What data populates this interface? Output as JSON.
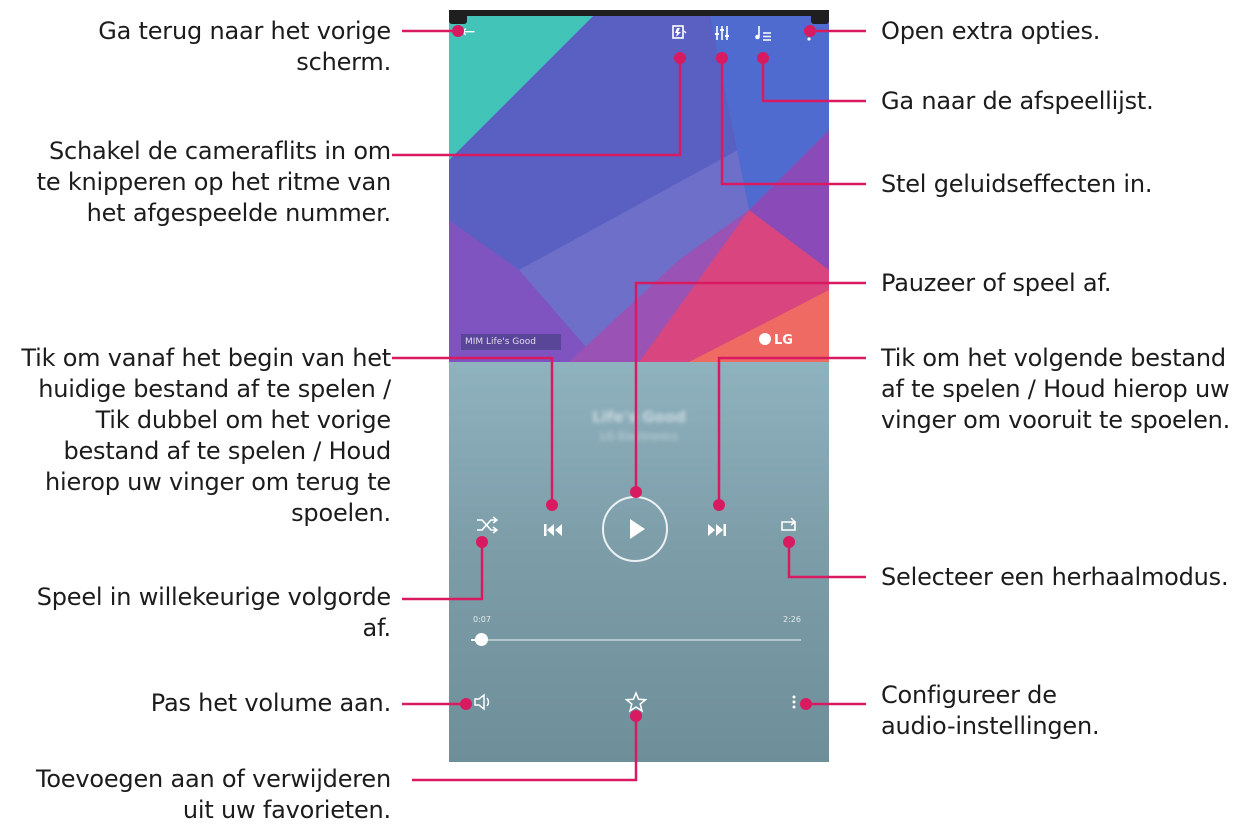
{
  "colors": {
    "callout": "#d81b60",
    "screen_bg": "#7b9aa6"
  },
  "screen": {
    "brand": "LG",
    "song_title": "Life's Good",
    "song_subtitle": "LG Electronics",
    "elapsed_time": "0:07",
    "total_time": "2:26",
    "banner_text": "MIM  Life's Good",
    "progress_fraction": 0.03
  },
  "icons": {
    "back": "back-arrow-icon",
    "flash": "camera-flash-icon",
    "sound_effects": "equalizer-icon",
    "playlist": "playlist-icon",
    "more": "more-options-icon",
    "previous": "skip-previous-icon",
    "play": "play-icon",
    "next": "skip-next-icon",
    "shuffle": "shuffle-icon",
    "repeat": "repeat-icon",
    "volume": "volume-icon",
    "favorite": "star-icon",
    "audio_settings": "audio-settings-icon"
  },
  "callouts": {
    "back": [
      "Ga terug naar het vorige",
      "scherm."
    ],
    "flash": [
      "Schakel de cameraflits in om",
      "te knipperen op het ritme van",
      "het afgespeelde nummer."
    ],
    "previous": [
      "Tik om vanaf het begin van het",
      "huidige bestand af te spelen /",
      "Tik dubbel om het vorige",
      "bestand af te spelen / Houd",
      "hierop uw vinger om terug te",
      "spoelen."
    ],
    "shuffle": [
      "Speel in willekeurige volgorde",
      "af."
    ],
    "volume": [
      "Pas het volume aan."
    ],
    "favorite": [
      "Toevoegen aan of verwijderen",
      "uit uw favorieten."
    ],
    "more": [
      "Open extra opties."
    ],
    "playlist": [
      "Ga naar de afspeellijst."
    ],
    "sound_effects": [
      "Stel geluidseffecten in."
    ],
    "play": [
      "Pauzeer of speel af."
    ],
    "next": [
      "Tik om het volgende bestand",
      "af te spelen / Houd hierop uw",
      "vinger om vooruit te spoelen."
    ],
    "repeat": [
      "Selecteer een herhaalmodus."
    ],
    "audio_settings": [
      "Configureer de",
      "audio-instellingen."
    ]
  }
}
